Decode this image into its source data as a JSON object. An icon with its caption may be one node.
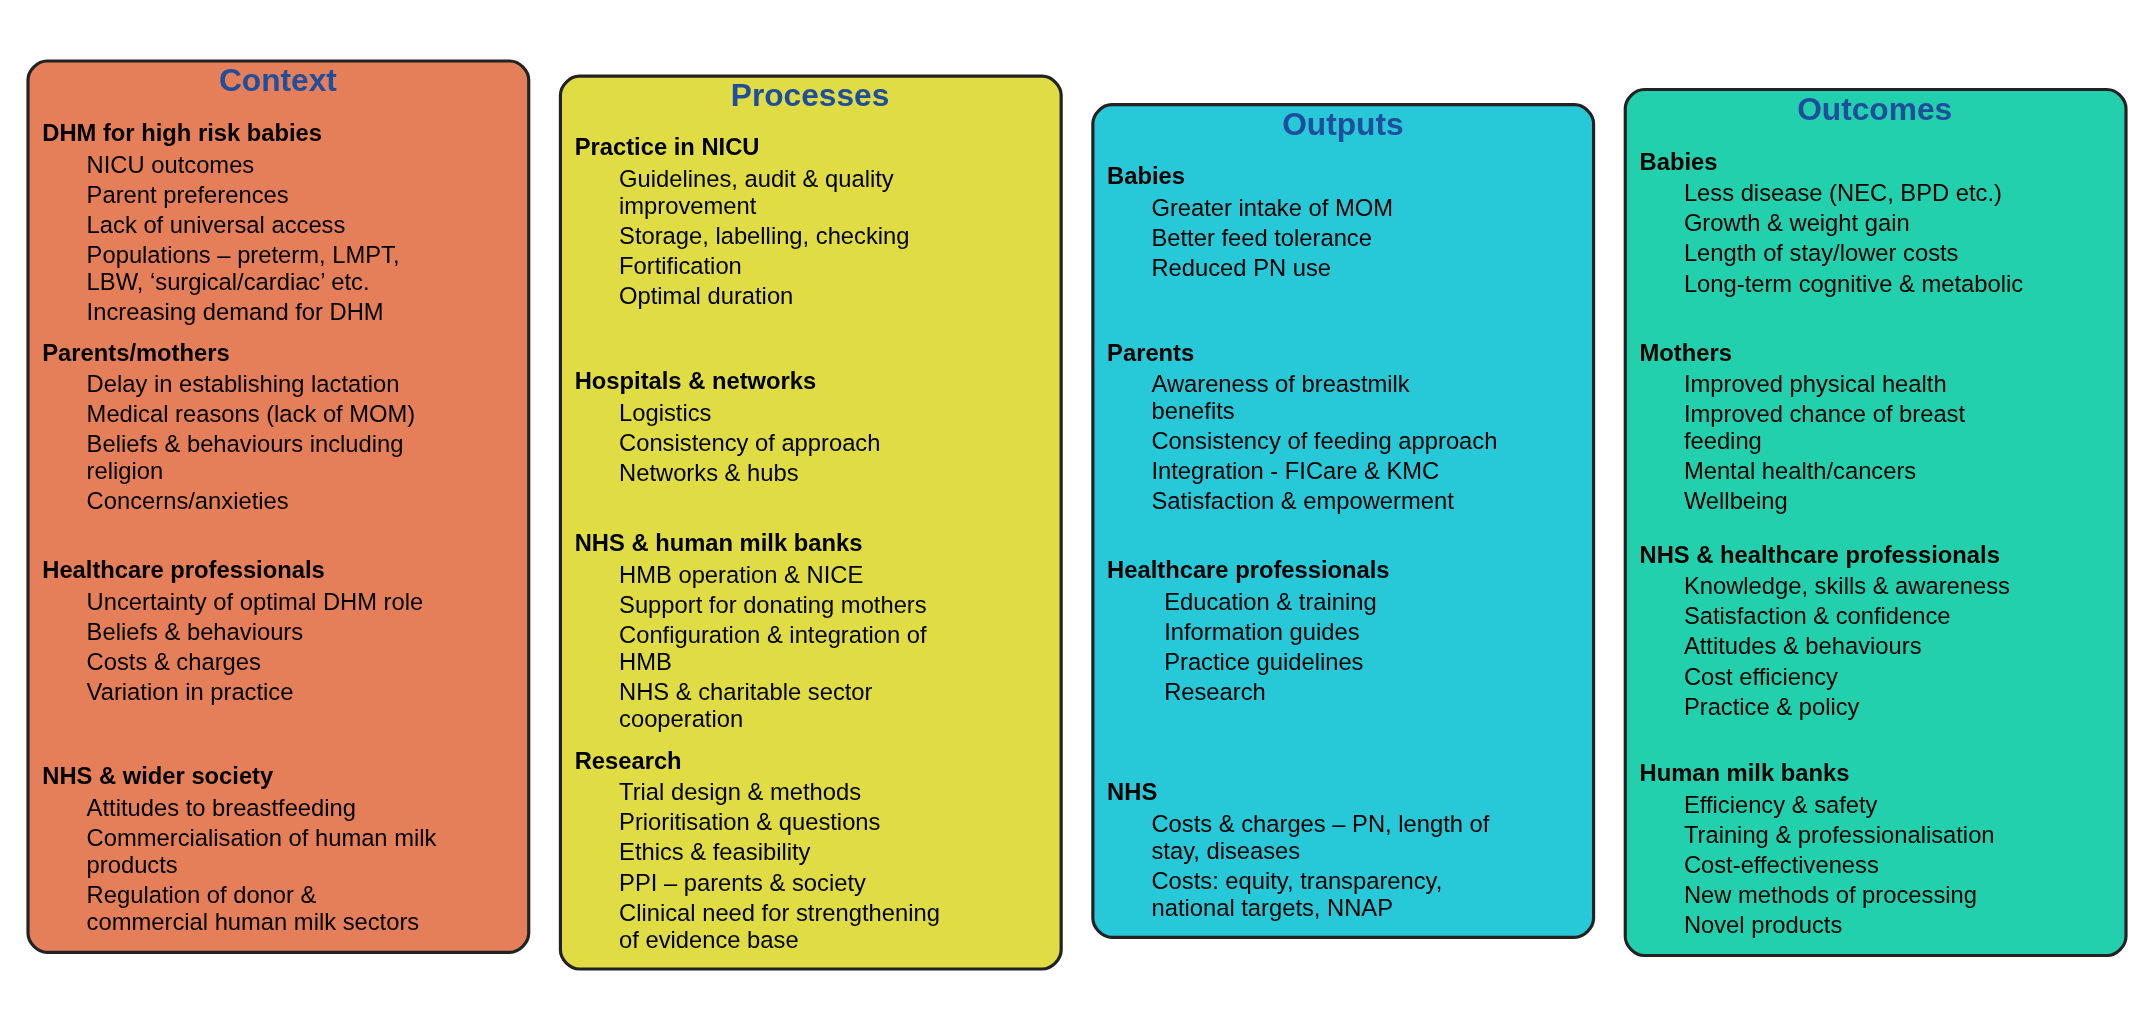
{
  "diagram": {
    "nodes": [
      {
        "text": [
          "Context"
        ]
      },
      {
        "text": [
          "DHM for high risk babies",
          "NICU outcomes",
          "Parent preferences",
          "Lack of universal access",
          "Populations – preterm, LMPT, LBW, ‘surgical/cardiac’ etc.",
          "Increasing demand for DHM"
        ],
        "in": 0
      },
      {
        "text": [
          "Parents/mothers",
          "Delay in establishing lactation",
          "Medical reasons (lack of MOM)",
          "Beliefs & behaviours including religion",
          "Concerns/anxieties"
        ],
        "in": 0
      },
      {
        "text": [
          "Healthcare professionals",
          "Uncertainty of optimal DHM role",
          "Beliefs & behaviours",
          "Costs & charges",
          "Variation in practice"
        ],
        "in": 0
      },
      {
        "text": [
          "NHS & wider society",
          "Attitudes to breastfeeding",
          "Commercialisation of human milk products",
          "Regulation of donor & commercial human milk sectors"
        ],
        "in": 0
      },
      {
        "text": [
          "Processes"
        ]
      },
      {
        "text": [
          "Practice in NICU",
          "Guidelines, audit & quality improvement",
          "Storage, labelling, checking",
          "Fortification",
          "Optimal duration"
        ],
        "in": 5
      },
      {
        "text": [
          "Hospitals & networks",
          "Logistics",
          "Consistency of approach",
          "Networks & hubs"
        ],
        "in": 5
      },
      {
        "text": [
          "NHS & human milk banks",
          "HMB operation & NICE",
          "Support for donating mothers",
          "Configuration & integration of HMB",
          "NHS & charitable sector cooperation"
        ],
        "in": 5
      },
      {
        "text": [
          "Research",
          "Trial design & methods",
          "Prioritisation & questions",
          "Ethics & feasibility",
          "PPI – parents & society",
          "Clinical need for strengthening of evidence base"
        ],
        "in": 5
      },
      {
        "text": [
          "Outputs"
        ]
      },
      {
        "text": [
          "Babies",
          "Greater intake of MOM",
          "Better feed tolerance",
          "Reduced PN use"
        ],
        "in": 10
      },
      {
        "text": [
          "Parents",
          "Awareness of breastmilk benefits",
          "Consistency of feeding approach",
          "Integration - FICare & KMC",
          "Satisfaction & empowerment"
        ],
        "in": 10
      },
      {
        "text": [
          "Healthcare professionals",
          "Education & training",
          "Information guides",
          "Practice guidelines",
          "Research"
        ],
        "in": 10
      },
      {
        "text": [
          "NHS",
          "Costs & charges – PN, length of stay, diseases",
          "Costs: equity, transparency, national targets, NNAP"
        ],
        "in": 10
      },
      {
        "text": [
          "Outcomes"
        ]
      },
      {
        "text": [
          "Babies",
          "Less disease (NEC, BPD etc.)",
          "Growth & weight gain",
          "Length of stay/lower costs",
          "Long-term cognitive & metabolic"
        ],
        "in": 15
      },
      {
        "text": [
          "Mothers",
          "Improved physical health",
          "Improved chance of breast feeding",
          "Mental health/cancers",
          "Wellbeing"
        ],
        "in": 15
      },
      {
        "text": [
          "NHS & healthcare professionals",
          "Knowledge, skills & awareness",
          "Satisfaction & confidence",
          "Attitudes & behaviours",
          "Cost efficiency",
          "Practice & policy"
        ],
        "in": 15
      },
      {
        "text": [
          "Human milk banks",
          "Efficiency & safety",
          "Training & professionalisation",
          "Cost-effectiveness",
          "New methods of processing",
          "Novel products"
        ],
        "in": 15
      }
    ],
    "edges": []
  }
}
